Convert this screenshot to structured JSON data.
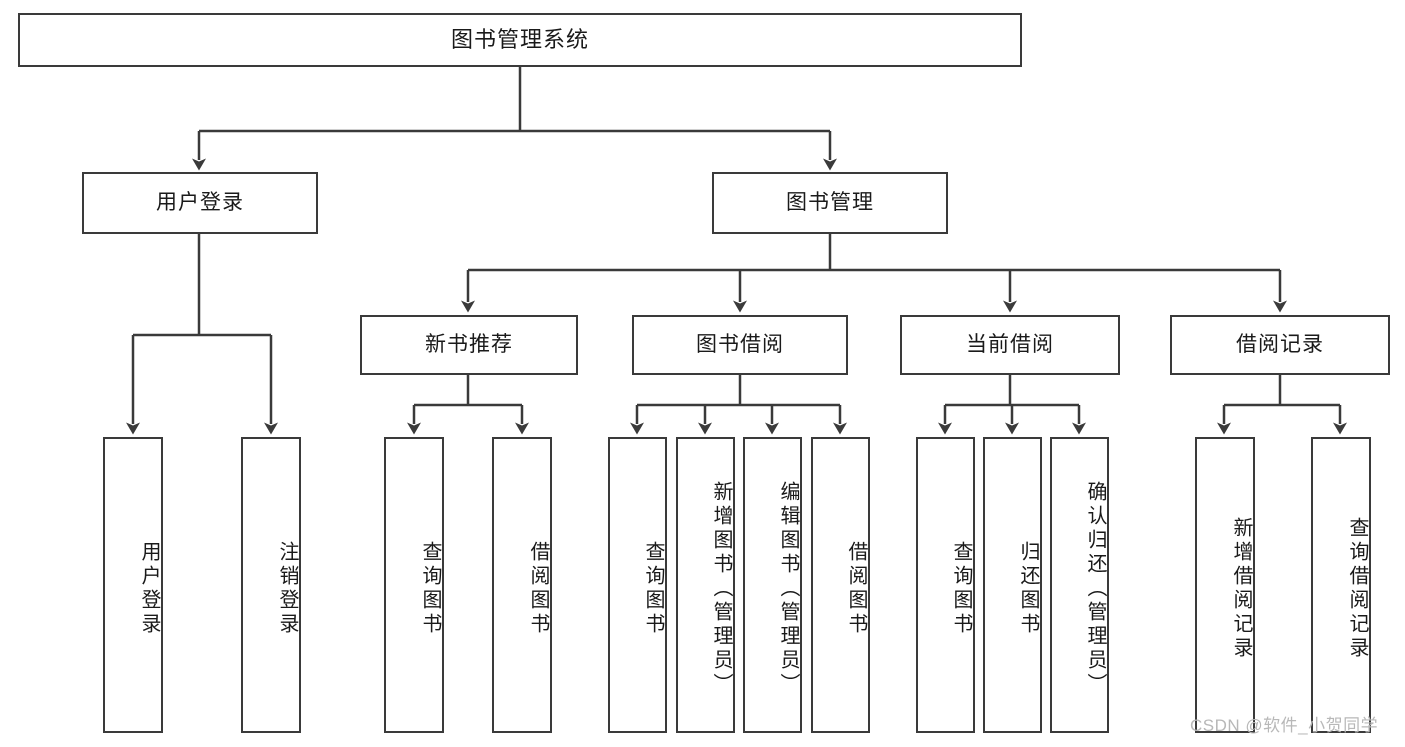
{
  "diagram": {
    "title": "图书管理系统",
    "type": "tree-hierarchy-diagram",
    "colors": {
      "stroke": "#3a3a3a",
      "box_fill": "#ffffff",
      "text": "#1a1a1a",
      "watermark": "#b8b8b8",
      "background": "#ffffff"
    },
    "root": {
      "label": "图书管理系统"
    },
    "level1": [
      {
        "label": "用户登录"
      },
      {
        "label": "图书管理"
      }
    ],
    "level2": [
      {
        "label": "新书推荐",
        "parent": "图书管理"
      },
      {
        "label": "图书借阅",
        "parent": "图书管理"
      },
      {
        "label": "当前借阅",
        "parent": "图书管理"
      },
      {
        "label": "借阅记录",
        "parent": "图书管理"
      }
    ],
    "leaves": {
      "user_login": [
        {
          "label": "用户登录"
        },
        {
          "label": "注销登录"
        }
      ],
      "new_book_recommend": [
        {
          "label": "查询图书"
        },
        {
          "label": "借阅图书"
        }
      ],
      "book_borrow": [
        {
          "label": "查询图书"
        },
        {
          "label": "新增图书（管理员）"
        },
        {
          "label": "编辑图书（管理员）"
        },
        {
          "label": "借阅图书"
        }
      ],
      "current_borrow": [
        {
          "label": "查询图书"
        },
        {
          "label": "归还图书"
        },
        {
          "label": "确认归还（管理员）"
        }
      ],
      "borrow_records": [
        {
          "label": "新增借阅记录"
        },
        {
          "label": "查询借阅记录"
        }
      ]
    }
  },
  "watermark": {
    "text": "CSDN @软件_小贺同学"
  }
}
